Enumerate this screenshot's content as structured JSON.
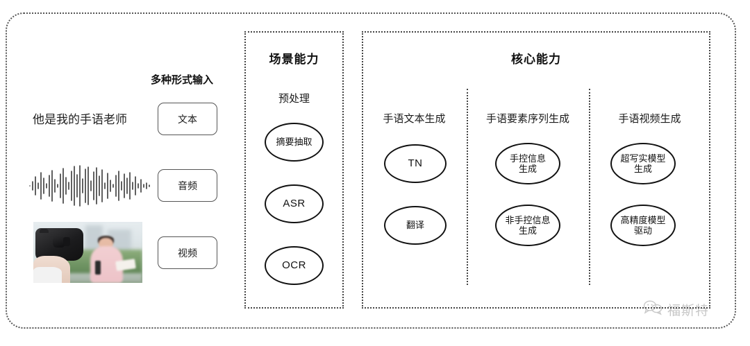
{
  "diagram": {
    "title_hidden": "",
    "left_panel": {
      "caption": "多种形式输入",
      "sample_text": "他是我的手语老师",
      "waveform_icon": "audio-waveform-icon",
      "video_thumbnail_icon": "video-thumbnail-camera-reporter",
      "modalities": [
        {
          "label": "文本",
          "name": "text"
        },
        {
          "label": "音频",
          "name": "audio"
        },
        {
          "label": "视频",
          "name": "video"
        }
      ]
    },
    "scene_panel": {
      "title": "场景能力",
      "column_head": "预处理",
      "nodes": [
        {
          "label": "摘要抽取",
          "latin": false
        },
        {
          "label": "ASR",
          "latin": true
        },
        {
          "label": "OCR",
          "latin": true
        }
      ]
    },
    "core_panel": {
      "title": "核心能力",
      "columns": [
        {
          "head": "手语文本生成",
          "nodes": [
            {
              "label": "TN",
              "latin": true
            },
            {
              "label": "翻译",
              "latin": false
            }
          ]
        },
        {
          "head": "手语要素序列生成",
          "nodes": [
            {
              "label": "手控信息\n生成",
              "latin": false
            },
            {
              "label": "非手控信息\n生成",
              "latin": false
            }
          ]
        },
        {
          "head": "手语视频生成",
          "nodes": [
            {
              "label": "超写实模型\n生成",
              "latin": false
            },
            {
              "label": "高精度模型\n驱动",
              "latin": false
            }
          ]
        }
      ]
    },
    "watermark": {
      "text": "福斯特",
      "icon": "wechat-bubbles-icon"
    },
    "colors": {
      "border": "#444444",
      "outer_border": "#555555",
      "ellipse_stroke": "#111111",
      "text": "#1a1a1a",
      "background": "#ffffff"
    }
  }
}
